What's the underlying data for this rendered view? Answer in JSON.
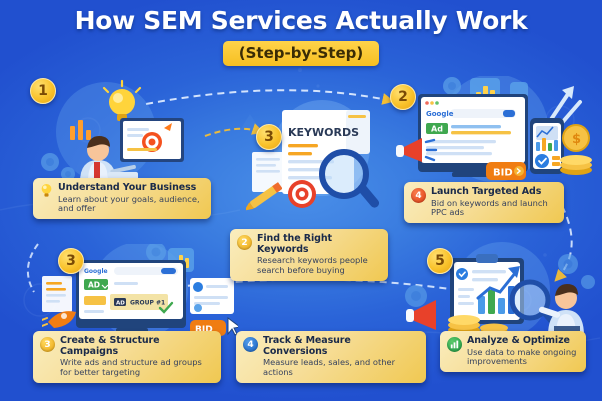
{
  "header": {
    "title": "How SEM Services Actually Work",
    "subtitle": "(Step-by-Step)"
  },
  "bubbles": [
    {
      "name": "bubble-1",
      "label": "1"
    },
    {
      "name": "bubble-2",
      "label": "2"
    },
    {
      "name": "bubble-3",
      "label": "3"
    },
    {
      "name": "bubble-3b",
      "label": "3"
    },
    {
      "name": "bubble-5",
      "label": "5"
    }
  ],
  "cards": [
    {
      "id": "understand-your-business",
      "badge": "bulb",
      "badge_style": "bulb",
      "title": "Understand Your Business",
      "desc": "Learn about your goals, audience, and offer"
    },
    {
      "id": "launch-targeted-ads",
      "badge": "4",
      "badge_style": "orange",
      "title": "Launch Targeted Ads",
      "desc": "Bid on keywords and launch PPC ads"
    },
    {
      "id": "find-the-right-keywords",
      "badge": "2",
      "badge_style": "yellow",
      "title": "Find the Right Keywords",
      "desc": "Research keywords people search before buying"
    },
    {
      "id": "create-structure-campaigns",
      "badge": "3",
      "badge_style": "yellow",
      "title": "Create & Structure Campaigns",
      "desc": "Write ads and structure ad groups for better targeting"
    },
    {
      "id": "track-measure-conversions",
      "badge": "4",
      "badge_style": "blue",
      "title": "Track & Measure Conversions",
      "desc": "Measure leads, sales, and other actions"
    },
    {
      "id": "analyze-optimize",
      "badge": "chart",
      "badge_style": "green",
      "title": "Analyze & Optimize",
      "desc": "Use data to make ongoing improvements"
    }
  ],
  "illustrations": {
    "keywords_document_label": "KEYWORDS",
    "search_ad_label": "Ad",
    "search_brand": "Google",
    "bid_button_label": "BID",
    "ad_dropdown_label": "AD",
    "ad_group_label": "AD GROUP #1",
    "currency_symbol": "$"
  },
  "colors": {
    "background_deep_blue": "#1f4fcf",
    "background_light_blue": "#4a8fe8",
    "card_gold_light": "#faedbe",
    "card_gold_dark": "#f0c851",
    "accent_yellow": "#f6bf21",
    "accent_orange": "#e8631a",
    "accent_red": "#e03f16",
    "accent_green": "#1e9a43",
    "title_white": "#ffffff"
  }
}
